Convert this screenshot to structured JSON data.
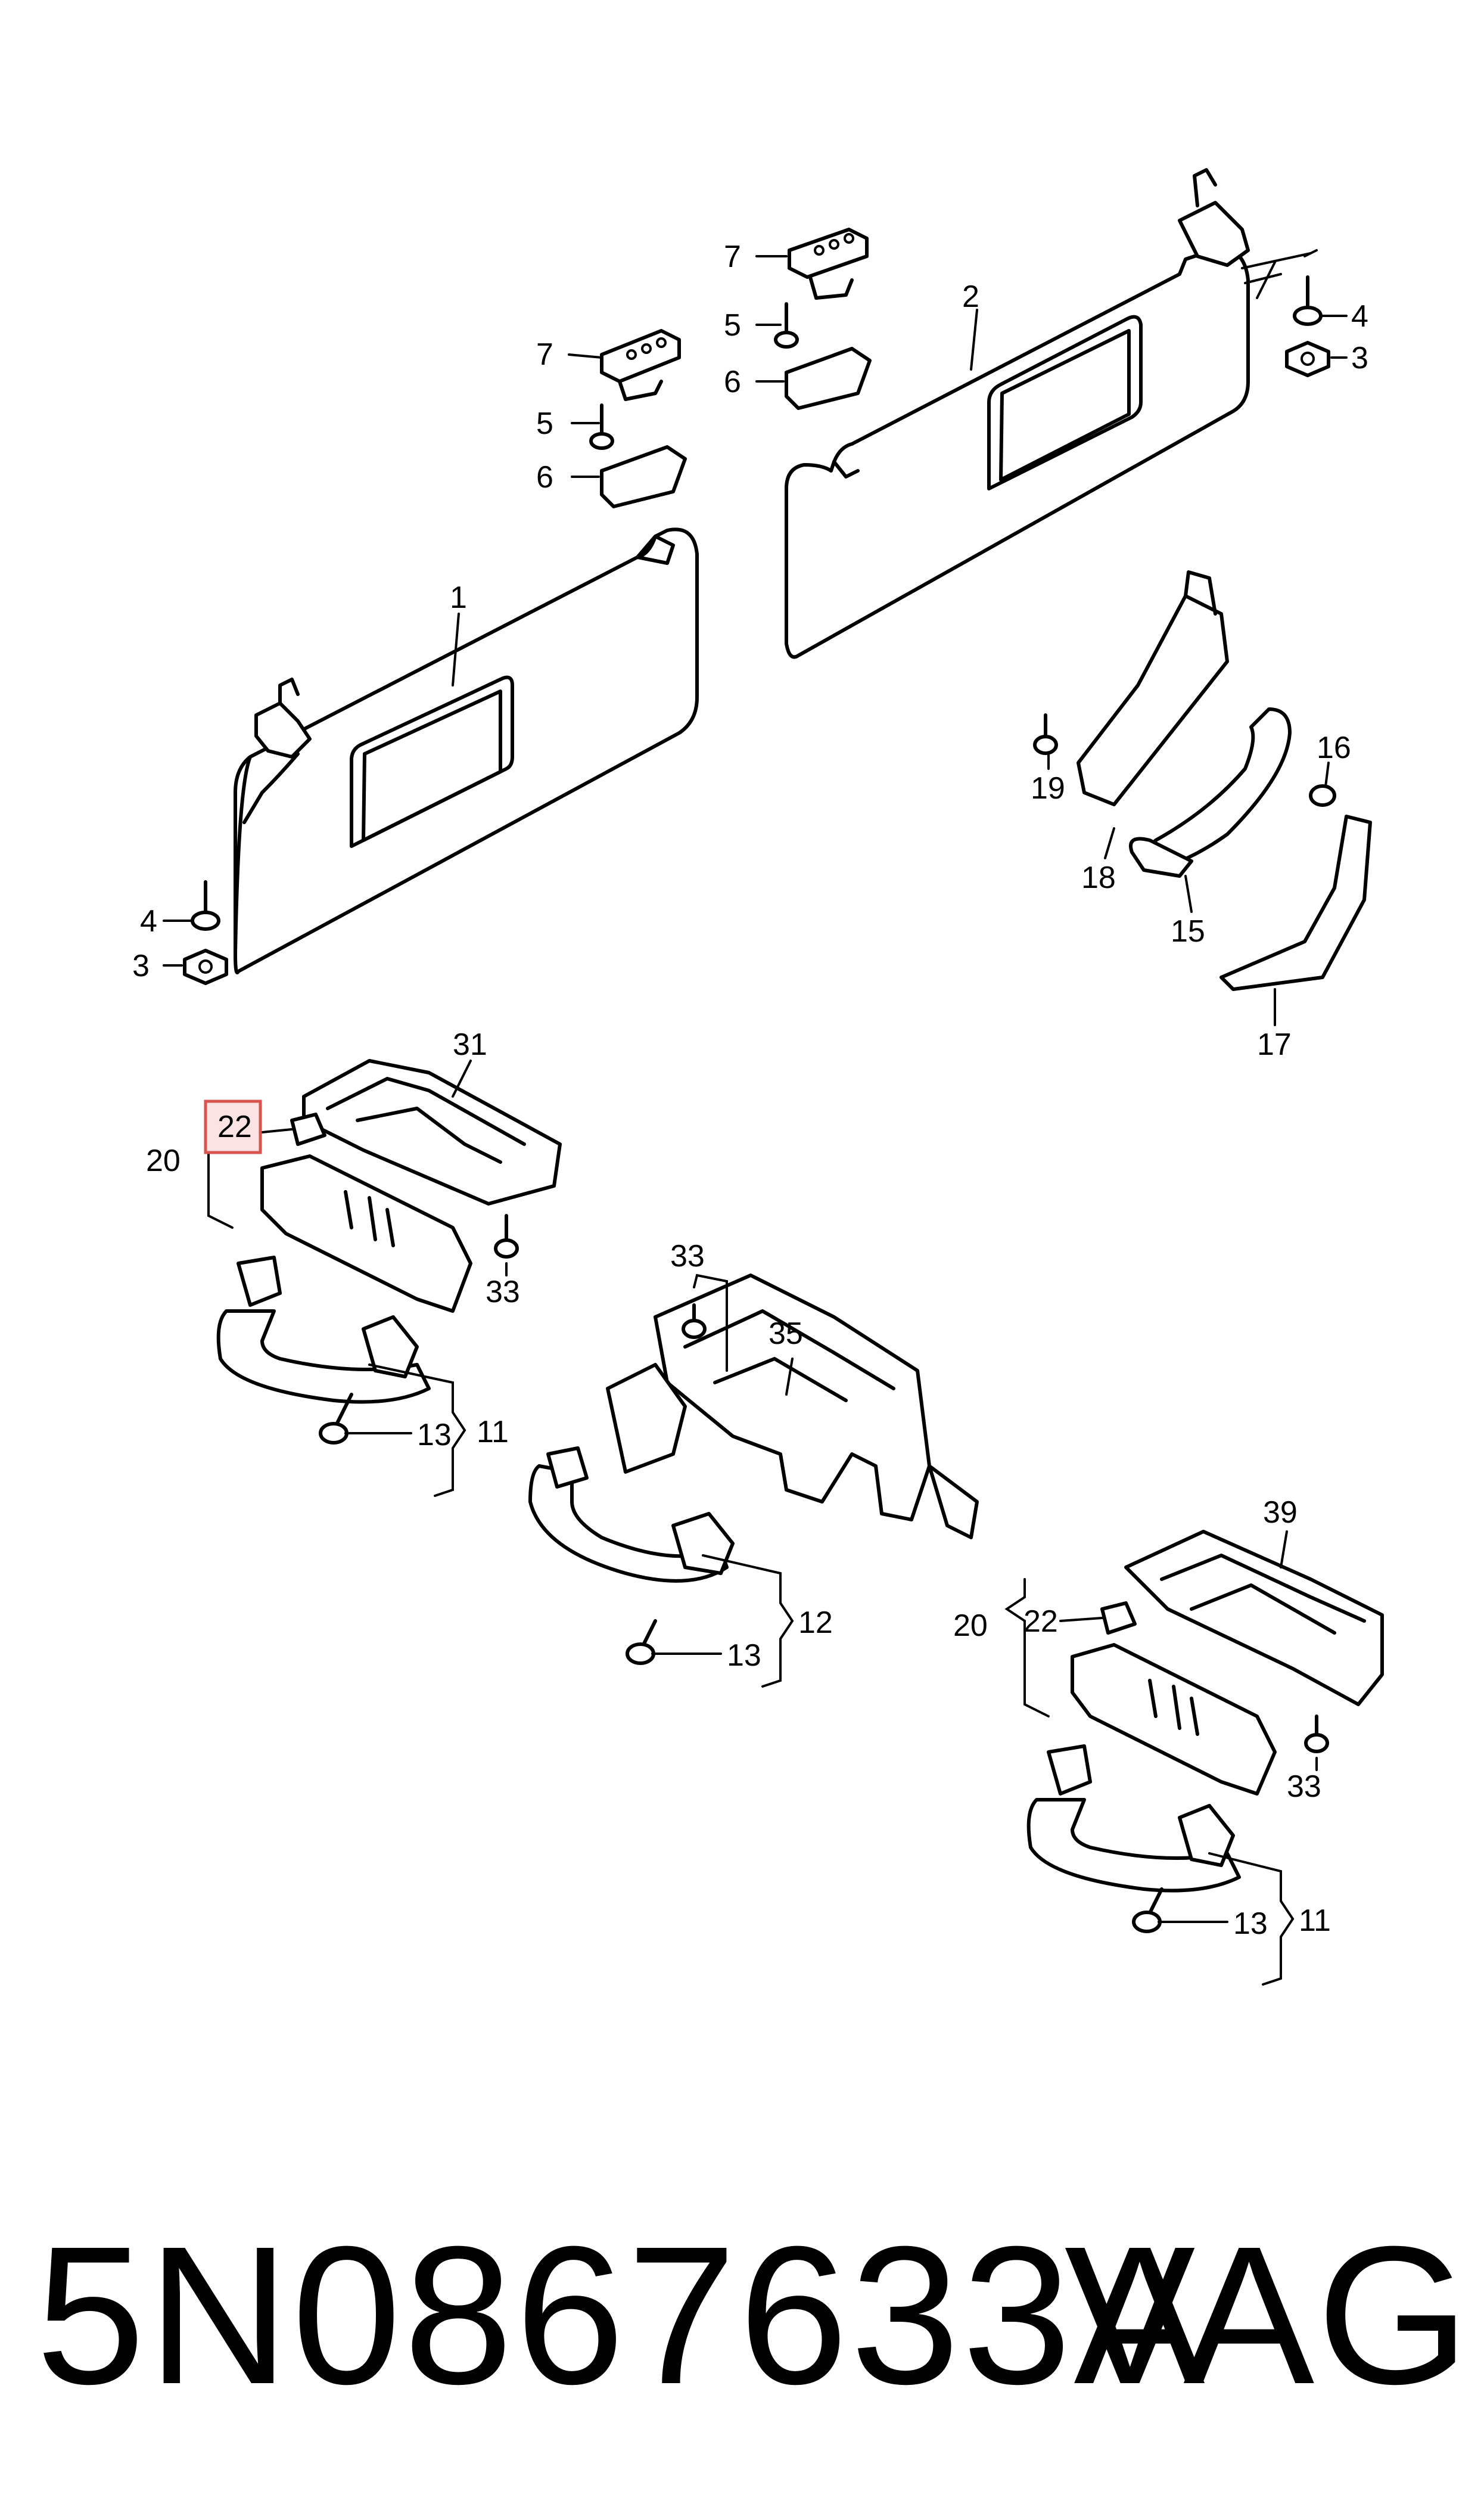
{
  "diagram": {
    "callouts": {
      "c1": "1",
      "c2": "2",
      "c3a": "3",
      "c3b": "3",
      "c4a": "4",
      "c4b": "4",
      "c5a": "5",
      "c5b": "5",
      "c6a": "6",
      "c6b": "6",
      "c7a": "7",
      "c7b": "7",
      "c11a": "11",
      "c11b": "11",
      "c12": "12",
      "c13a": "13",
      "c13b": "13",
      "c13c": "13",
      "c15": "15",
      "c16": "16",
      "c17": "17",
      "c18": "18",
      "c19": "19",
      "c20a": "20",
      "c20b": "20",
      "c22a": "22",
      "c22b": "22",
      "c31": "31",
      "c33a": "33",
      "c33b": "33",
      "c33c": "33",
      "c35": "35",
      "c39": "39"
    },
    "highlighted_callout": "22",
    "highlight_color": "#d9534f"
  },
  "footer": {
    "part_number": "5N0867633A",
    "brand": "VAG"
  }
}
